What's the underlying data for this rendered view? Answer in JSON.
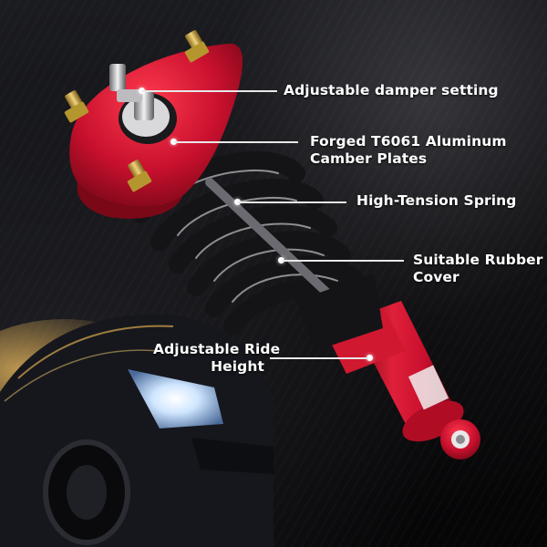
{
  "callouts": {
    "damper": "Adjustable damper setting",
    "camber_line1": "Forged T6061 Aluminum",
    "camber_line2": "Camber Plates",
    "spring": "High-Tension Spring",
    "rubber_line1": "Suitable Rubber",
    "rubber_line2": "Cover",
    "ride_line1": "Adjustable Ride",
    "ride_line2": "Height"
  },
  "colors": {
    "accent_red": "#c8102e",
    "spring_black": "#141416",
    "label_white": "#ffffff"
  }
}
